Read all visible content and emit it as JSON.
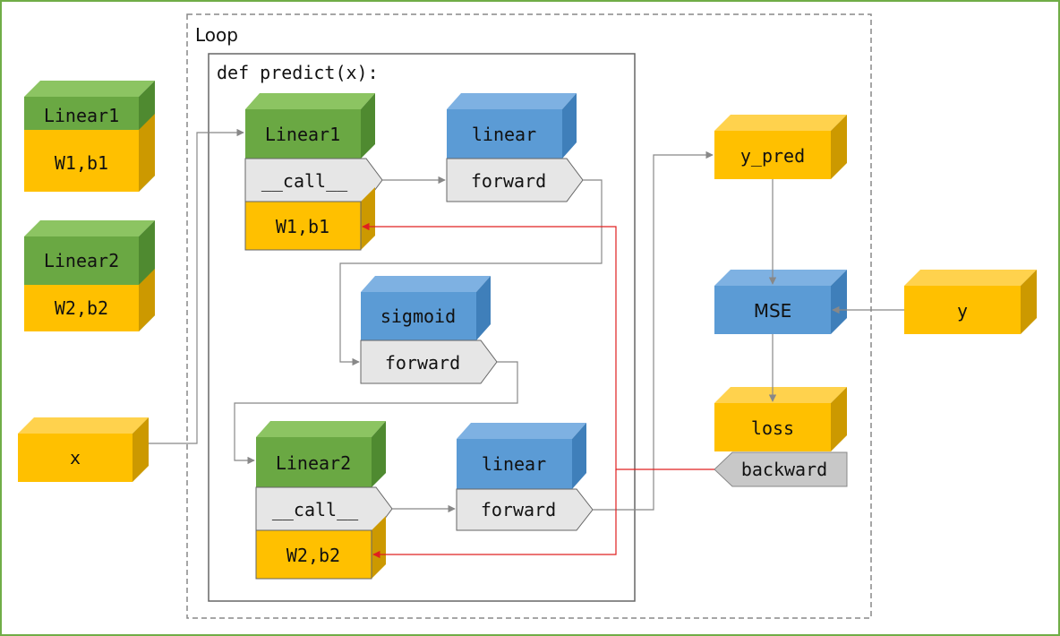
{
  "labels": {
    "loop": "Loop",
    "predict_def": "def predict(x):",
    "left_linear1": "Linear1",
    "left_w1b1": "W1,b1",
    "left_linear2": "Linear2",
    "left_w2b2": "W2,b2",
    "input_x": "x",
    "p_linear1": "Linear1",
    "p_call1": "__call__",
    "p_w1b1": "W1,b1",
    "p_linear_fn1": "linear",
    "p_forward1": "forward",
    "p_sigmoid": "sigmoid",
    "p_forward_sig": "forward",
    "p_linear2": "Linear2",
    "p_call2": "__call__",
    "p_w2b2": "W2,b2",
    "p_linear_fn2": "linear",
    "p_forward2": "forward",
    "y_pred": "y_pred",
    "mse": "MSE",
    "y": "y",
    "loss": "loss",
    "backward": "backward"
  },
  "colors": {
    "green_front": "#6aa843",
    "green_top": "#8cc462",
    "green_side": "#4f8a30",
    "yellow_front": "#ffc000",
    "yellow_top": "#ffd24d",
    "yellow_side": "#cc9900",
    "blue_front": "#5b9bd5",
    "blue_top": "#7eb1e2",
    "blue_side": "#3f7fba",
    "gray_block": "#e6e6e6",
    "backward_block": "#c8c8c8",
    "arrow": "#888888",
    "red_arrow": "#e02020",
    "outer_border": "#70ad47"
  }
}
